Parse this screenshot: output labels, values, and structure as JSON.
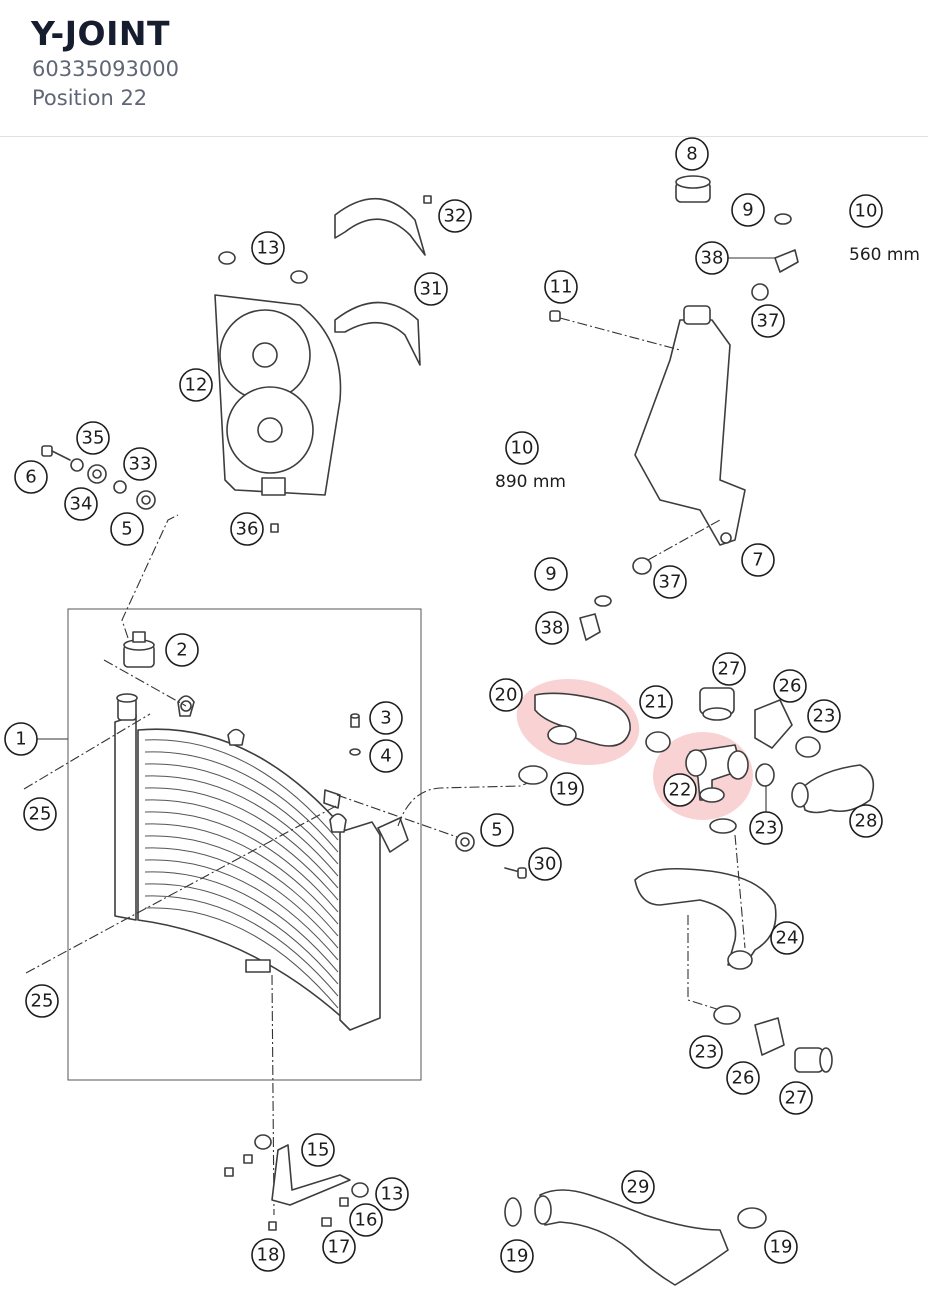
{
  "header": {
    "title": "Y-JOINT",
    "part_number": "60335093000",
    "position": "Position 22"
  },
  "highlight_color": "#f7c3c6",
  "callouts": [
    {
      "id": "c1",
      "label": "1"
    },
    {
      "id": "c2",
      "label": "2"
    },
    {
      "id": "c3",
      "label": "3"
    },
    {
      "id": "c4",
      "label": "4"
    },
    {
      "id": "c5a",
      "label": "5"
    },
    {
      "id": "c5b",
      "label": "5"
    },
    {
      "id": "c6",
      "label": "6"
    },
    {
      "id": "c7",
      "label": "7"
    },
    {
      "id": "c8",
      "label": "8"
    },
    {
      "id": "c9a",
      "label": "9"
    },
    {
      "id": "c9b",
      "label": "9"
    },
    {
      "id": "c10a",
      "label": "10"
    },
    {
      "id": "c10b",
      "label": "10"
    },
    {
      "id": "c11",
      "label": "11"
    },
    {
      "id": "c12",
      "label": "12"
    },
    {
      "id": "c13a",
      "label": "13"
    },
    {
      "id": "c13b",
      "label": "13"
    },
    {
      "id": "c15",
      "label": "15"
    },
    {
      "id": "c16",
      "label": "16"
    },
    {
      "id": "c17",
      "label": "17"
    },
    {
      "id": "c18",
      "label": "18"
    },
    {
      "id": "c19a",
      "label": "19"
    },
    {
      "id": "c19b",
      "label": "19"
    },
    {
      "id": "c19c",
      "label": "19"
    },
    {
      "id": "c20",
      "label": "20"
    },
    {
      "id": "c21",
      "label": "21"
    },
    {
      "id": "c22",
      "label": "22"
    },
    {
      "id": "c23a",
      "label": "23"
    },
    {
      "id": "c23b",
      "label": "23"
    },
    {
      "id": "c23c",
      "label": "23"
    },
    {
      "id": "c24",
      "label": "24"
    },
    {
      "id": "c25a",
      "label": "25"
    },
    {
      "id": "c25b",
      "label": "25"
    },
    {
      "id": "c26a",
      "label": "26"
    },
    {
      "id": "c26b",
      "label": "26"
    },
    {
      "id": "c27a",
      "label": "27"
    },
    {
      "id": "c27b",
      "label": "27"
    },
    {
      "id": "c28",
      "label": "28"
    },
    {
      "id": "c29",
      "label": "29"
    },
    {
      "id": "c30",
      "label": "30"
    },
    {
      "id": "c31",
      "label": "31"
    },
    {
      "id": "c32",
      "label": "32"
    },
    {
      "id": "c33",
      "label": "33"
    },
    {
      "id": "c34",
      "label": "34"
    },
    {
      "id": "c35",
      "label": "35"
    },
    {
      "id": "c36",
      "label": "36"
    },
    {
      "id": "c37a",
      "label": "37"
    },
    {
      "id": "c37b",
      "label": "37"
    },
    {
      "id": "c38a",
      "label": "38"
    },
    {
      "id": "c38b",
      "label": "38"
    }
  ],
  "dimensions": {
    "hose_short": "560 mm",
    "hose_long": "890 mm"
  }
}
